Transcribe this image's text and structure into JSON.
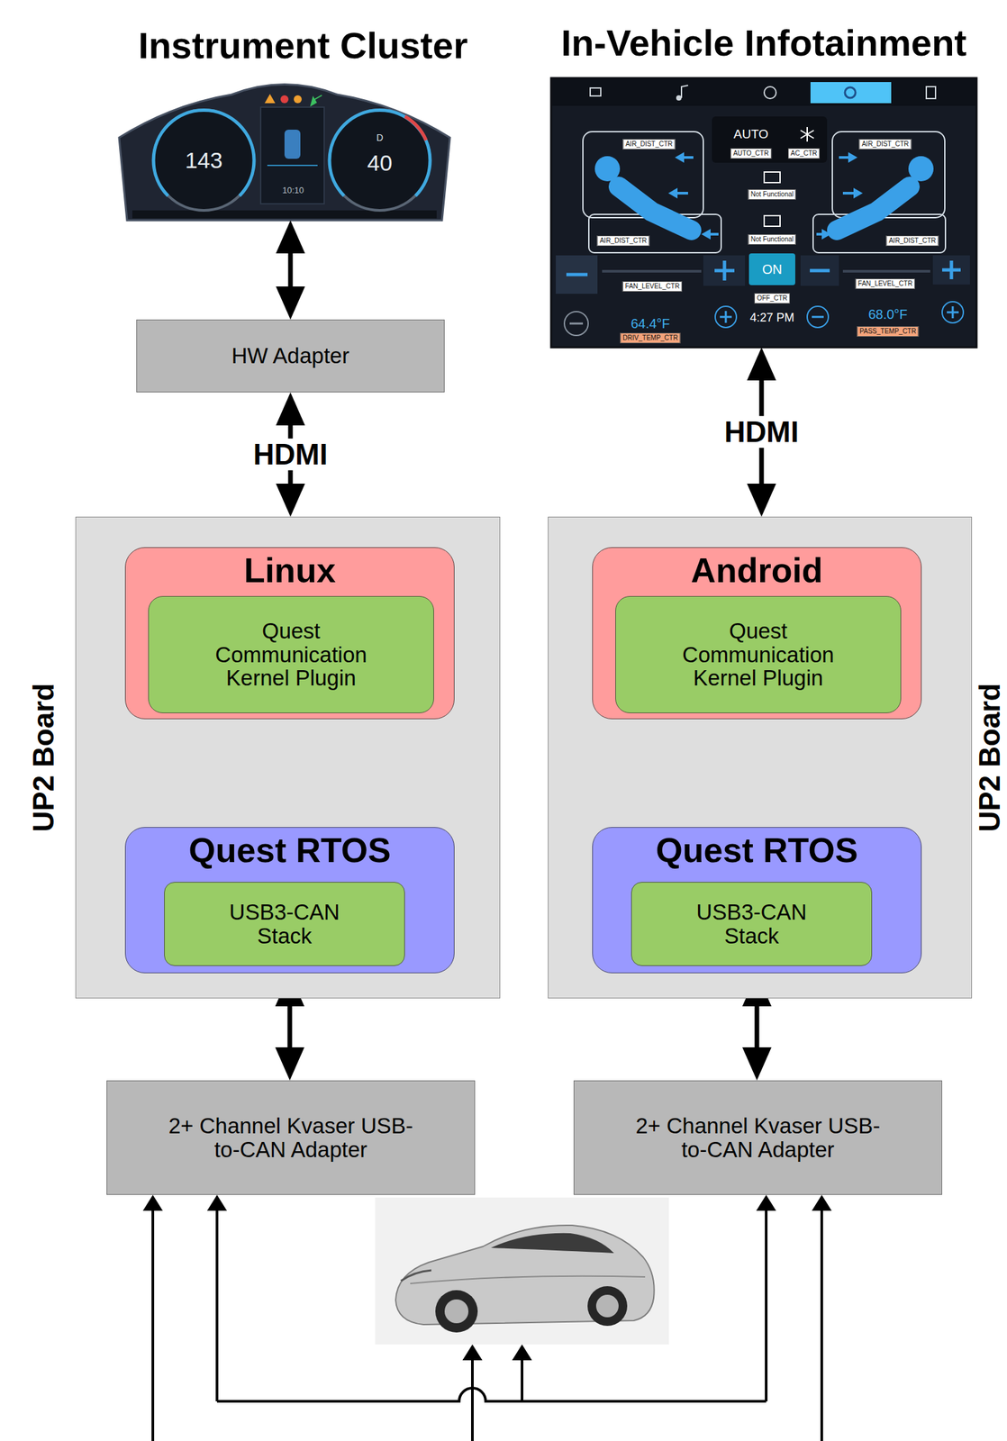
{
  "diagram": {
    "nodes": [
      {
        "text": [
          "Instrument Cluster"
        ]
      },
      {
        "text": [
          "In-Vehicle Infotainment"
        ]
      },
      {
        "text": [
          "HW Adapter"
        ]
      },
      {
        "text": [
          "UP2 Board"
        ]
      },
      {
        "text": [
          "Linux"
        ],
        "in": 3
      },
      {
        "text": [
          "Quest Communication Kernel Plugin"
        ],
        "in": 4
      },
      {
        "text": [
          "Quest RTOS"
        ],
        "in": 3
      },
      {
        "text": [
          "USB3-CAN Stack"
        ],
        "in": 6
      },
      {
        "text": [
          "2+ Channel Kvaser USB-to-CAN Adapter"
        ]
      },
      {
        "text": [
          "UP2 Board"
        ]
      },
      {
        "text": [
          "Android"
        ],
        "in": 9
      },
      {
        "text": [
          "Quest Communication Kernel Plugin"
        ],
        "in": 10
      },
      {
        "text": [
          "Quest RTOS"
        ],
        "in": 9
      },
      {
        "text": [
          "USB3-CAN Stack"
        ],
        "in": 12
      },
      {
        "text": [
          "2+ Channel Kvaser USB-to-CAN Adapter"
        ]
      }
    ],
    "edges": [
      {
        "from": 0,
        "to": 2,
        "arrow": "both"
      },
      {
        "from": 2,
        "to": 3,
        "arrow": "both",
        "label": "HDMI"
      },
      {
        "from": 1,
        "to": 9,
        "arrow": "both",
        "label": "HDMI"
      },
      {
        "from": 4,
        "to": 6,
        "arrow": "both"
      },
      {
        "from": 6,
        "to": 8,
        "arrow": "both"
      },
      {
        "from": 10,
        "to": 12,
        "arrow": "both"
      },
      {
        "from": 12,
        "to": 14,
        "arrow": "both"
      }
    ],
    "labels": [
      "143",
      "D",
      "40",
      "10:10",
      "AUTO",
      "AUTO_CTR",
      "AC_CTR",
      "AIR_DIST_CTR",
      "AIR_DIST_CTR",
      "Not Functional",
      "AIR_DIST_CTR",
      "Not Functional",
      "AIR_DIST_CTR",
      "ON",
      "FAN_LEVEL_CTR",
      "FAN_LEVEL_CTR",
      "OFF_CTR",
      "4:27 PM",
      "64.4°F",
      "68.0°F",
      "DRIV_TEMP_CTR",
      "PASS_TEMP_CTR"
    ]
  }
}
